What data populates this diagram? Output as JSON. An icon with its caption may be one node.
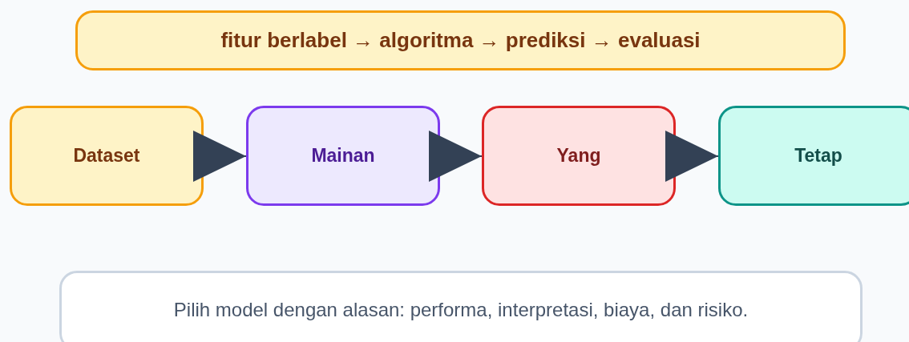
{
  "diagram": {
    "nodes": [
      {
        "text": [
          "fitur berlabel → algoritma → prediksi → evaluasi"
        ]
      },
      {
        "text": [
          "Dataset"
        ]
      },
      {
        "text": [
          "Mainan"
        ]
      },
      {
        "text": [
          "Yang"
        ]
      },
      {
        "text": [
          "Tetap"
        ]
      },
      {
        "text": [
          "Pilih model dengan alasan: performa, interpretasi, biaya, dan risiko."
        ]
      }
    ],
    "edges": [
      {
        "from": 1,
        "to": 2,
        "arrow": "to"
      },
      {
        "from": 2,
        "to": 3,
        "arrow": "to"
      },
      {
        "from": 3,
        "to": 4,
        "arrow": "to"
      }
    ]
  }
}
